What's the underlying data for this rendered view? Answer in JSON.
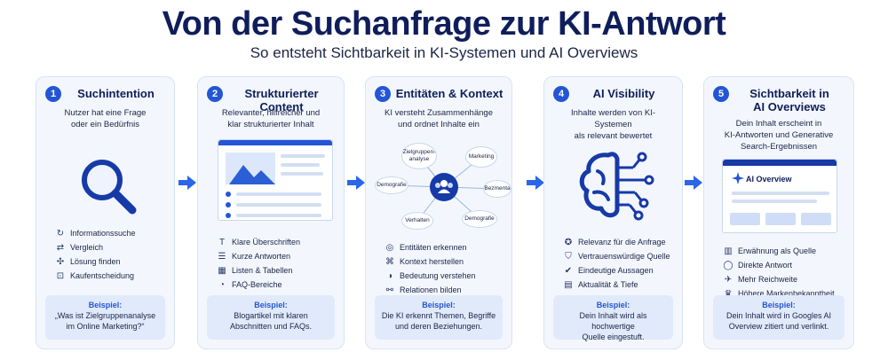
{
  "title": "Von der Suchanfrage zur KI-Antwort",
  "subtitle": "So entsteht Sichtbarkeit in KI-Systemen und AI Overviews",
  "colors": {
    "accent": "#2355d6",
    "dark": "#0f1e5a",
    "card_bg": "#f3f7fd",
    "example_bg": "#e1eafb"
  },
  "example_label": "Beispiel:",
  "cards": [
    {
      "number": "1",
      "title": "Suchintention",
      "desc": [
        "Nutzer hat eine Frage",
        "oder ein Bedürfnis"
      ],
      "illustration": "magnifier-icon",
      "items": [
        {
          "icon": "refresh-icon",
          "label": "Informationssuche"
        },
        {
          "icon": "compare-icon",
          "label": "Vergleich"
        },
        {
          "icon": "puzzle-icon",
          "label": "Lösung finden"
        },
        {
          "icon": "cart-icon",
          "label": "Kaufentscheidung"
        }
      ],
      "example": [
        "„Was ist Zielgruppenanalyse",
        "im Online Marketing?“"
      ]
    },
    {
      "number": "2",
      "title": "Strukturierter Content",
      "desc": [
        "Relevanter, hilfreicher und",
        "klar strukturierter Inhalt"
      ],
      "illustration": "document-icon",
      "items": [
        {
          "icon": "heading-icon",
          "label": "Klare Überschriften"
        },
        {
          "icon": "list-icon",
          "label": "Kurze Antworten"
        },
        {
          "icon": "table-icon",
          "label": "Listen & Tabellen"
        },
        {
          "icon": "faq-icon",
          "label": "FAQ-Bereiche"
        }
      ],
      "example": [
        "Blogartikel mit klaren",
        "Abschnitten und FAQs."
      ]
    },
    {
      "number": "3",
      "title": "Entitäten & Kontext",
      "desc": [
        "KI versteht Zusammenhänge",
        "und ordnet Inhalte ein"
      ],
      "illustration": "network-icon",
      "network_nodes": [
        "Zielgruppen-analyse",
        "Marketing",
        "Demografie",
        "Bezmenta",
        "Verhalten",
        "Demografie"
      ],
      "items": [
        {
          "icon": "entity-icon",
          "label": "Entitäten erkennen"
        },
        {
          "icon": "context-icon",
          "label": "Kontext herstellen"
        },
        {
          "icon": "meaning-icon",
          "label": "Bedeutung verstehen"
        },
        {
          "icon": "relation-icon",
          "label": "Relationen bilden"
        }
      ],
      "example": [
        "Die KI erkennt Themen, Begriffe",
        "und deren Beziehungen."
      ]
    },
    {
      "number": "4",
      "title": "AI Visibility",
      "desc": [
        "Inhalte werden von KI-Systemen",
        "als relevant bewertet"
      ],
      "illustration": "ai-brain-icon",
      "items": [
        {
          "icon": "check-badge-icon",
          "label": "Relevanz für die Anfrage"
        },
        {
          "icon": "shield-icon",
          "label": "Vertrauenswürdige Quelle"
        },
        {
          "icon": "check-circle-icon",
          "label": "Eindeutige Aussagen"
        },
        {
          "icon": "chart-icon",
          "label": "Aktualität & Tiefe"
        }
      ],
      "example": [
        "Dein Inhalt wird als hochwertige",
        "Quelle eingestuft."
      ]
    },
    {
      "number": "5",
      "title": "Sichtbarkeit in AI Overviews",
      "title_lines": [
        "Sichtbarkeit in",
        "AI Overviews"
      ],
      "desc": [
        "Dein Inhalt erscheint in",
        "KI-Antworten und Generative",
        "Search-Ergebnissen"
      ],
      "illustration": "ai-overview-icon",
      "overview_label": "AI Overview",
      "items": [
        {
          "icon": "building-icon",
          "label": "Erwähnung als Quelle"
        },
        {
          "icon": "chat-icon",
          "label": "Direkte Antwort"
        },
        {
          "icon": "reach-icon",
          "label": "Mehr Reichweite"
        },
        {
          "icon": "award-icon",
          "label": "Höhere Markenbekanntheit"
        }
      ],
      "example": [
        "Dein Inhalt wird in Googles AI",
        "Overview zitiert und verlinkt."
      ]
    }
  ]
}
